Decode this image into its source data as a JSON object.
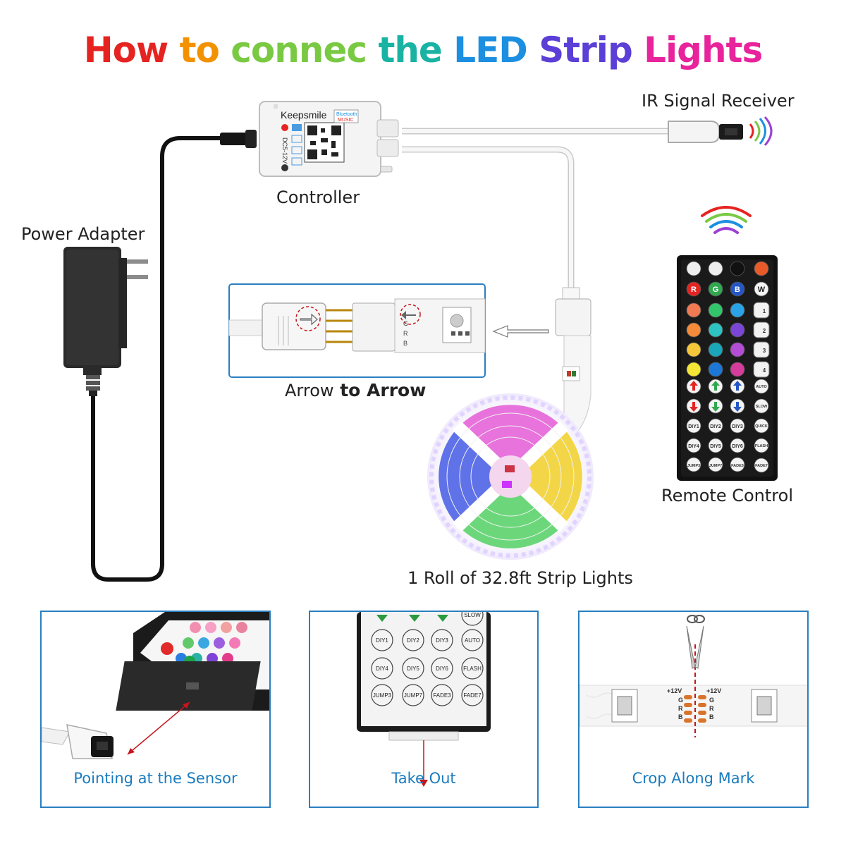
{
  "title": {
    "words": [
      {
        "text": "How",
        "color": "#e52421"
      },
      {
        "text": "to",
        "color": "#f39200"
      },
      {
        "text": "connec",
        "color": "#7ac943"
      },
      {
        "text": "the",
        "color": "#19b3a3"
      },
      {
        "text": "LED",
        "color": "#1d8fe1"
      },
      {
        "text": "Strip",
        "color": "#5b3fd6"
      },
      {
        "text": "Lights",
        "color": "#e8239c"
      }
    ]
  },
  "labels": {
    "ir_receiver": "IR Signal Receiver",
    "controller": "Controller",
    "power_adapter": "Power Adapter",
    "arrow_to_arrow_a": "Arrow",
    "arrow_to_arrow_b": " to Arrow",
    "remote_control": "Remote Control",
    "strip_roll": "1 Roll of 32.8ft Strip Lights"
  },
  "controller": {
    "brand": "Keepsmile",
    "badge_top": "Bluetooth",
    "badge_bottom": "MUSIC",
    "voltage": "DC5-12V"
  },
  "connector": {
    "pins": [
      "G",
      "R",
      "B"
    ]
  },
  "remote": {
    "rgbw": [
      "R",
      "G",
      "B",
      "W"
    ],
    "music": [
      "1",
      "2",
      "3",
      "4"
    ],
    "modes": [
      "AUTO",
      "SLOW",
      "QUICK",
      "FLASH",
      "FADE7"
    ],
    "diy": [
      "DIY1",
      "DIY2",
      "DIY3",
      "DIY4",
      "DIY5",
      "DIY6"
    ],
    "bottom": [
      "JUMP3",
      "JUMP7",
      "FADE3"
    ]
  },
  "panels": [
    {
      "caption": "Pointing at the Sensor"
    },
    {
      "caption": "Take Out"
    },
    {
      "caption": "Crop Along Mark"
    }
  ],
  "panel2_keys": {
    "diy": [
      "DIY1",
      "DIY2",
      "DIY3",
      "DIY4",
      "DIY5",
      "DIY6"
    ],
    "side": [
      "SLOW",
      "AUTO",
      "FLASH",
      "FADE7"
    ],
    "bottom": [
      "JUMP3",
      "JUMP7",
      "FADE3"
    ]
  },
  "panel3": {
    "pad_labels": [
      "+12V",
      "G",
      "R",
      "B"
    ]
  },
  "colors": {
    "accent": "#2a7fc0",
    "caption": "#1a7bbf",
    "arrow_red": "#c4161c"
  }
}
